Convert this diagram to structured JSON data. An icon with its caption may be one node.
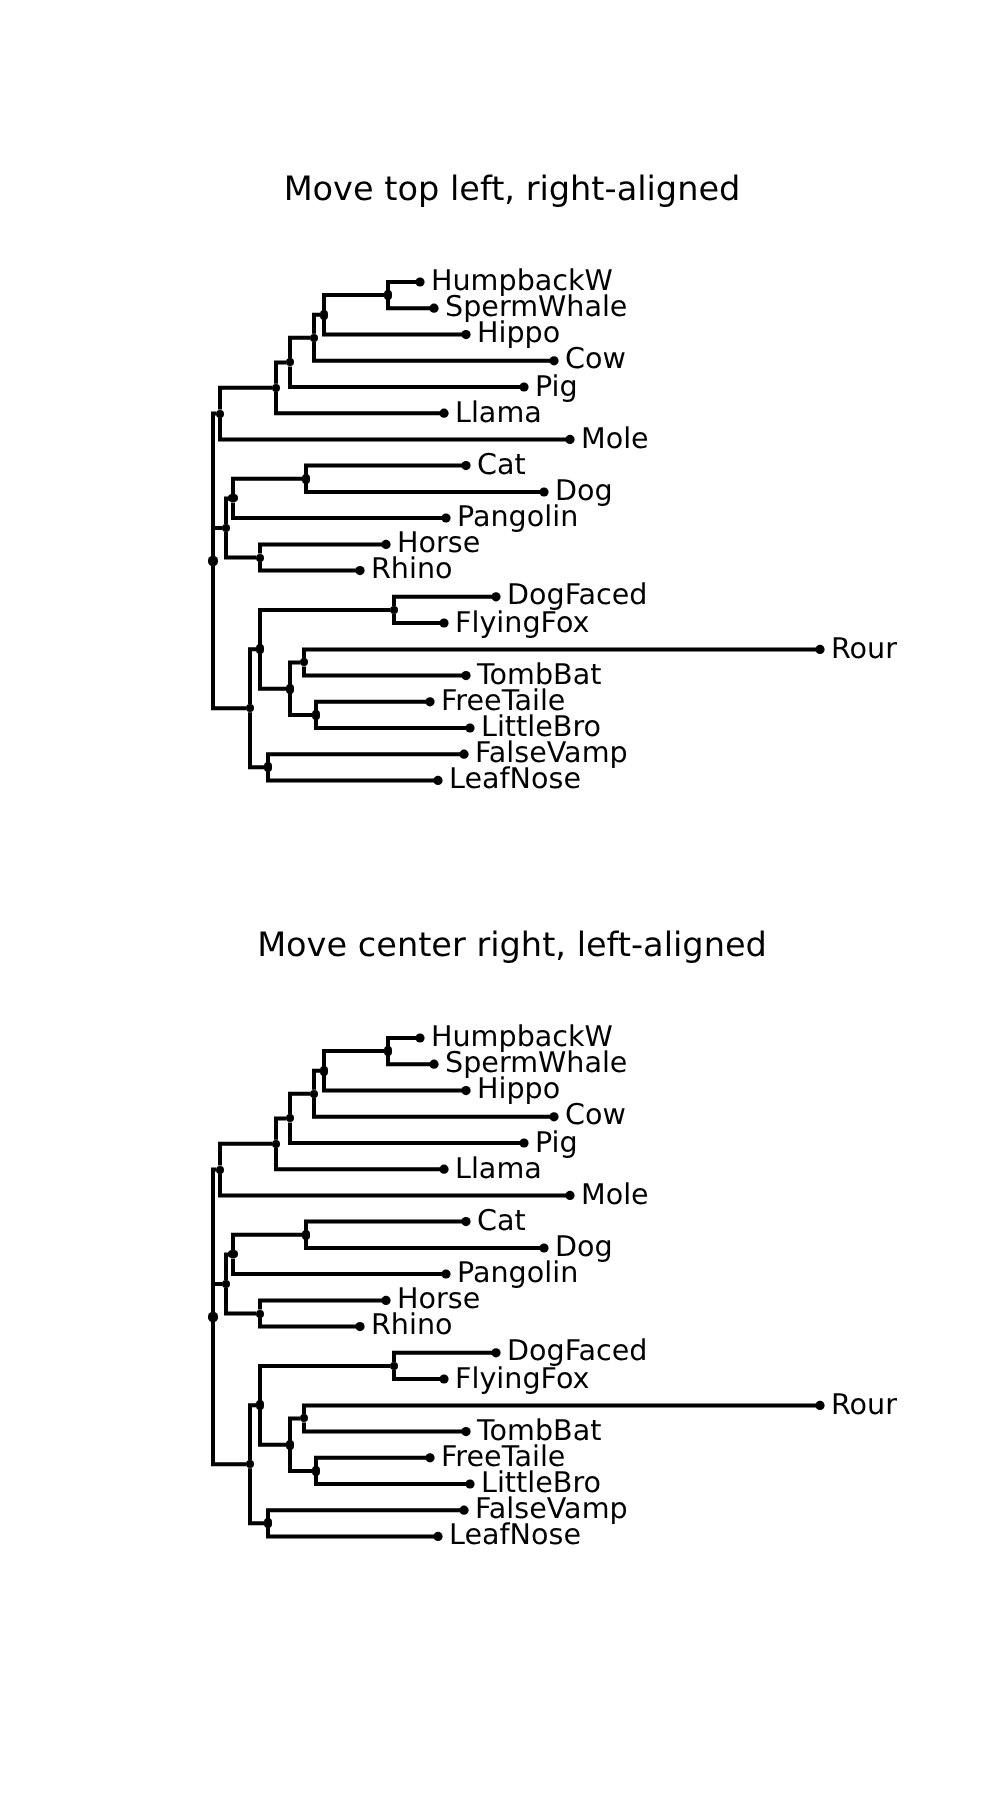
{
  "diagram": {
    "nodes": [
      {
        "text": [],
        "shape": "circle"
      },
      {
        "text": [],
        "shape": "circle"
      },
      {
        "text": [],
        "shape": "circle"
      },
      {
        "text": [],
        "shape": "circle"
      },
      {
        "text": [],
        "shape": "circle"
      },
      {
        "text": [],
        "shape": "circle"
      },
      {
        "text": [],
        "shape": "circle"
      },
      {
        "text": [
          "HumpbackW"
        ]
      },
      {
        "text": [
          "SpermWhale"
        ]
      },
      {
        "text": [
          "Hippo"
        ]
      },
      {
        "text": [
          "Cow"
        ]
      },
      {
        "text": [
          "Pig"
        ]
      },
      {
        "text": [
          "Llama"
        ]
      },
      {
        "text": [
          "Mole"
        ]
      },
      {
        "text": [],
        "shape": "circle"
      },
      {
        "text": [],
        "shape": "circle"
      },
      {
        "text": [],
        "shape": "circle"
      },
      {
        "text": [
          "Cat"
        ]
      },
      {
        "text": [
          "Dog"
        ]
      },
      {
        "text": [
          "Pangolin"
        ]
      },
      {
        "text": [],
        "shape": "circle"
      },
      {
        "text": [
          "Horse"
        ]
      },
      {
        "text": [
          "Rhino"
        ]
      },
      {
        "text": [],
        "shape": "circle"
      },
      {
        "text": [],
        "shape": "circle"
      },
      {
        "text": [],
        "shape": "circle"
      },
      {
        "text": [
          "DogFaced"
        ]
      },
      {
        "text": [
          "FlyingFox"
        ]
      },
      {
        "text": [],
        "shape": "circle"
      },
      {
        "text": [],
        "shape": "circle"
      },
      {
        "text": [
          "Rour"
        ]
      },
      {
        "text": [
          "TombBat"
        ]
      },
      {
        "text": [],
        "shape": "circle"
      },
      {
        "text": [
          "FreeTaile"
        ]
      },
      {
        "text": [
          "LittleBro"
        ]
      },
      {
        "text": [],
        "shape": "circle"
      },
      {
        "text": [
          "FalseVamp"
        ]
      },
      {
        "text": [
          "LeafNose"
        ]
      },
      {
        "text": [],
        "shape": "circle"
      },
      {
        "text": [],
        "shape": "circle"
      },
      {
        "text": [],
        "shape": "circle"
      },
      {
        "text": [],
        "shape": "circle"
      },
      {
        "text": [],
        "shape": "circle"
      },
      {
        "text": [],
        "shape": "circle"
      },
      {
        "text": [],
        "shape": "circle"
      },
      {
        "text": [
          "HumpbackW"
        ]
      },
      {
        "text": [
          "SpermWhale"
        ]
      },
      {
        "text": [
          "Hippo"
        ]
      },
      {
        "text": [
          "Cow"
        ]
      },
      {
        "text": [
          "Pig"
        ]
      },
      {
        "text": [
          "Llama"
        ]
      },
      {
        "text": [
          "Mole"
        ]
      },
      {
        "text": [],
        "shape": "circle"
      },
      {
        "text": [],
        "shape": "circle"
      },
      {
        "text": [],
        "shape": "circle"
      },
      {
        "text": [
          "Cat"
        ]
      },
      {
        "text": [
          "Dog"
        ]
      },
      {
        "text": [
          "Pangolin"
        ]
      },
      {
        "text": [],
        "shape": "circle"
      },
      {
        "text": [
          "Horse"
        ]
      },
      {
        "text": [
          "Rhino"
        ]
      },
      {
        "text": [],
        "shape": "circle"
      },
      {
        "text": [],
        "shape": "circle"
      },
      {
        "text": [],
        "shape": "circle"
      },
      {
        "text": [
          "DogFaced"
        ]
      },
      {
        "text": [
          "FlyingFox"
        ]
      },
      {
        "text": [],
        "shape": "circle"
      },
      {
        "text": [],
        "shape": "circle"
      },
      {
        "text": [
          "Rour"
        ]
      },
      {
        "text": [
          "TombBat"
        ]
      },
      {
        "text": [],
        "shape": "circle"
      },
      {
        "text": [
          "FreeTaile"
        ]
      },
      {
        "text": [
          "LittleBro"
        ]
      },
      {
        "text": [],
        "shape": "circle"
      },
      {
        "text": [
          "FalseVamp"
        ]
      },
      {
        "text": [
          "LeafNose"
        ]
      }
    ],
    "edges": [
      {
        "from": 0,
        "to": 1,
        "arrow": "none"
      },
      {
        "from": 1,
        "to": 2,
        "arrow": "none"
      },
      {
        "from": 2,
        "to": 3,
        "arrow": "none"
      },
      {
        "from": 3,
        "to": 4,
        "arrow": "none"
      },
      {
        "from": 4,
        "to": 5,
        "arrow": "none"
      },
      {
        "from": 5,
        "to": 6,
        "arrow": "none"
      },
      {
        "from": 6,
        "to": 7,
        "arrow": "other"
      },
      {
        "from": 6,
        "to": 8,
        "arrow": "other"
      },
      {
        "from": 5,
        "to": 9,
        "arrow": "other"
      },
      {
        "from": 4,
        "to": 10,
        "arrow": "other"
      },
      {
        "from": 3,
        "to": 11,
        "arrow": "other"
      },
      {
        "from": 2,
        "to": 12,
        "arrow": "other"
      },
      {
        "from": 1,
        "to": 13,
        "arrow": "other"
      },
      {
        "from": 0,
        "to": 14,
        "arrow": "none"
      },
      {
        "from": 14,
        "to": 15,
        "arrow": "none"
      },
      {
        "from": 15,
        "to": 16,
        "arrow": "none"
      },
      {
        "from": 16,
        "to": 17,
        "arrow": "other"
      },
      {
        "from": 16,
        "to": 18,
        "arrow": "other"
      },
      {
        "from": 15,
        "to": 19,
        "arrow": "other"
      },
      {
        "from": 14,
        "to": 20,
        "arrow": "none"
      },
      {
        "from": 20,
        "to": 21,
        "arrow": "other"
      },
      {
        "from": 20,
        "to": 22,
        "arrow": "other"
      },
      {
        "from": 0,
        "to": 23,
        "arrow": "none"
      },
      {
        "from": 23,
        "to": 24,
        "arrow": "none"
      },
      {
        "from": 24,
        "to": 25,
        "arrow": "none"
      },
      {
        "from": 25,
        "to": 26,
        "arrow": "other"
      },
      {
        "from": 25,
        "to": 27,
        "arrow": "other"
      },
      {
        "from": 24,
        "to": 28,
        "arrow": "none"
      },
      {
        "from": 28,
        "to": 29,
        "arrow": "none"
      },
      {
        "from": 29,
        "to": 30,
        "arrow": "other"
      },
      {
        "from": 29,
        "to": 31,
        "arrow": "other"
      },
      {
        "from": 28,
        "to": 32,
        "arrow": "none"
      },
      {
        "from": 32,
        "to": 33,
        "arrow": "other"
      },
      {
        "from": 32,
        "to": 34,
        "arrow": "other"
      },
      {
        "from": 23,
        "to": 35,
        "arrow": "none"
      },
      {
        "from": 35,
        "to": 36,
        "arrow": "other"
      },
      {
        "from": 35,
        "to": 37,
        "arrow": "other"
      },
      {
        "from": 38,
        "to": 39,
        "arrow": "none"
      },
      {
        "from": 39,
        "to": 40,
        "arrow": "none"
      },
      {
        "from": 40,
        "to": 41,
        "arrow": "none"
      },
      {
        "from": 41,
        "to": 42,
        "arrow": "none"
      },
      {
        "from": 42,
        "to": 43,
        "arrow": "none"
      },
      {
        "from": 43,
        "to": 44,
        "arrow": "none"
      },
      {
        "from": 44,
        "to": 45,
        "arrow": "other"
      },
      {
        "from": 44,
        "to": 46,
        "arrow": "other"
      },
      {
        "from": 43,
        "to": 47,
        "arrow": "other"
      },
      {
        "from": 42,
        "to": 48,
        "arrow": "other"
      },
      {
        "from": 41,
        "to": 49,
        "arrow": "other"
      },
      {
        "from": 40,
        "to": 50,
        "arrow": "other"
      },
      {
        "from": 39,
        "to": 51,
        "arrow": "other"
      },
      {
        "from": 38,
        "to": 52,
        "arrow": "none"
      },
      {
        "from": 52,
        "to": 53,
        "arrow": "none"
      },
      {
        "from": 53,
        "to": 54,
        "arrow": "none"
      },
      {
        "from": 54,
        "to": 55,
        "arrow": "other"
      },
      {
        "from": 54,
        "to": 56,
        "arrow": "other"
      },
      {
        "from": 53,
        "to": 57,
        "arrow": "other"
      },
      {
        "from": 52,
        "to": 58,
        "arrow": "none"
      },
      {
        "from": 58,
        "to": 59,
        "arrow": "other"
      },
      {
        "from": 58,
        "to": 60,
        "arrow": "other"
      },
      {
        "from": 38,
        "to": 61,
        "arrow": "none"
      },
      {
        "from": 61,
        "to": 62,
        "arrow": "none"
      },
      {
        "from": 62,
        "to": 63,
        "arrow": "none"
      },
      {
        "from": 63,
        "to": 64,
        "arrow": "other"
      },
      {
        "from": 63,
        "to": 65,
        "arrow": "other"
      },
      {
        "from": 62,
        "to": 66,
        "arrow": "none"
      },
      {
        "from": 66,
        "to": 67,
        "arrow": "none"
      },
      {
        "from": 67,
        "to": 68,
        "arrow": "other"
      },
      {
        "from": 67,
        "to": 69,
        "arrow": "other"
      },
      {
        "from": 66,
        "to": 70,
        "arrow": "none"
      },
      {
        "from": 70,
        "to": 71,
        "arrow": "other"
      },
      {
        "from": 70,
        "to": 72,
        "arrow": "other"
      },
      {
        "from": 61,
        "to": 73,
        "arrow": "none"
      },
      {
        "from": 73,
        "to": 74,
        "arrow": "other"
      },
      {
        "from": 73,
        "to": 75,
        "arrow": "other"
      }
    ],
    "labels": [
      "Move top left, right-aligned",
      "Move center right, left-aligned"
    ]
  }
}
